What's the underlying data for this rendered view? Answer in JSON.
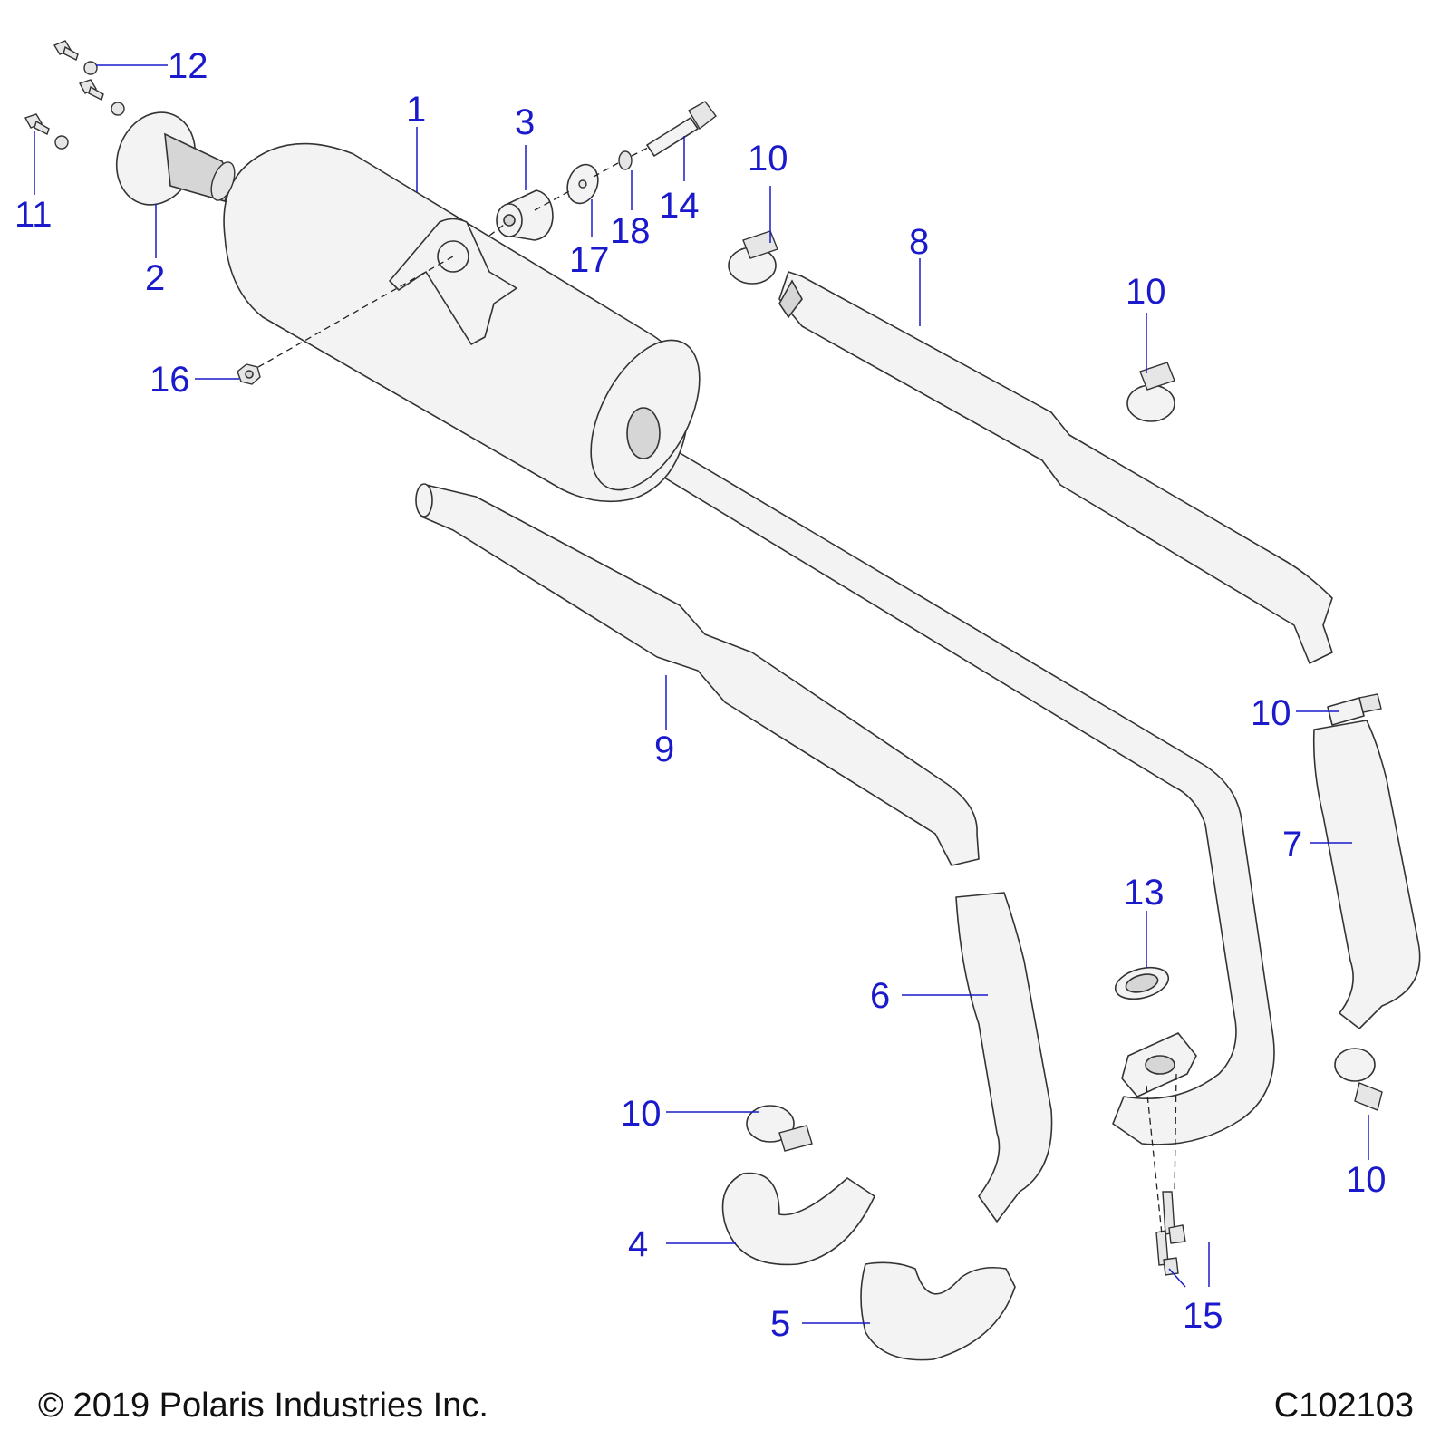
{
  "callouts": {
    "c1": "1",
    "c2": "2",
    "c3": "3",
    "c4": "4",
    "c5": "5",
    "c6": "6",
    "c7": "7",
    "c8": "8",
    "c9": "9",
    "c10": "10",
    "c11": "11",
    "c12": "12",
    "c13": "13",
    "c14": "14",
    "c15": "15",
    "c16": "16",
    "c17": "17",
    "c18": "18"
  },
  "footer": {
    "copyright": "© 2019 Polaris Industries Inc.",
    "drawing_number": "C102103"
  },
  "colors": {
    "callout": "#1a1acc",
    "line": "#333333",
    "background": "#ffffff"
  }
}
